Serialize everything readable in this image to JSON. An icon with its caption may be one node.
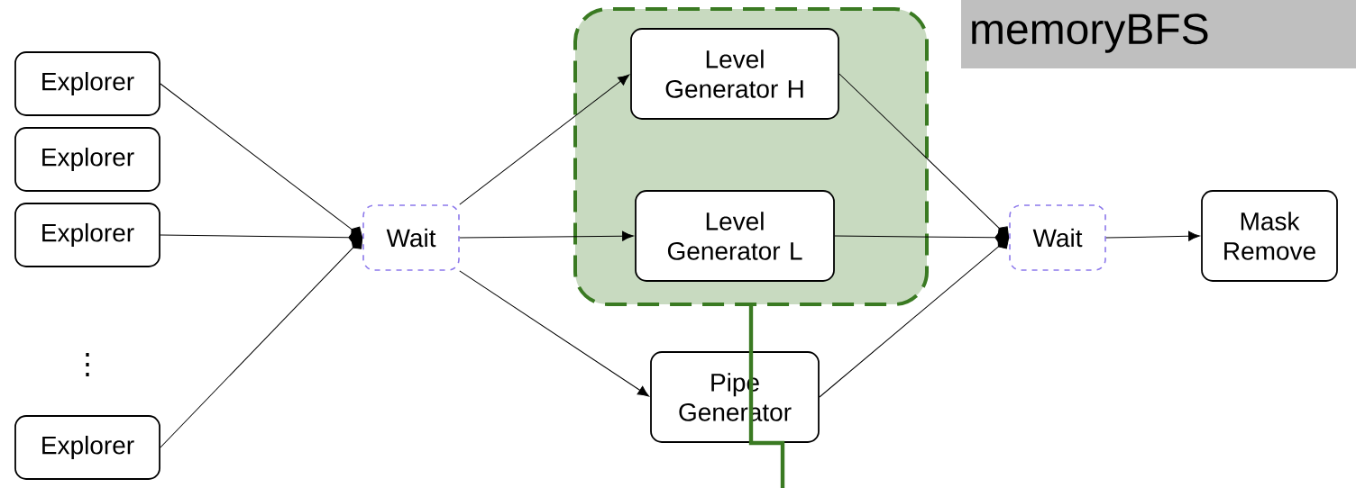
{
  "diagram": {
    "nodes": [
      {
        "text": [
          "Explorer"
        ]
      },
      {
        "text": [
          "Explorer"
        ]
      },
      {
        "text": [
          "Explorer"
        ]
      },
      {
        "text": [
          "Explorer"
        ]
      },
      {
        "text": [
          "Wait"
        ]
      },
      {
        "text": [],
        "shape": "box"
      },
      {
        "text": [
          "Level Generator H"
        ],
        "in": 5
      },
      {
        "text": [
          "Level Generator L"
        ],
        "in": 5
      },
      {
        "text": [
          "Pipe Generator"
        ]
      },
      {
        "text": [
          "Wait"
        ]
      },
      {
        "text": [
          "Mask Remove"
        ]
      },
      {
        "text": [
          "memoryBFS"
        ]
      }
    ],
    "edges": [
      {
        "from": 0,
        "to": 4,
        "arrow": "to"
      },
      {
        "from": 2,
        "to": 4,
        "arrow": "to"
      },
      {
        "from": 3,
        "to": 4,
        "arrow": "to"
      },
      {
        "from": 4,
        "to": 6,
        "arrow": "to"
      },
      {
        "from": 4,
        "to": 7,
        "arrow": "to"
      },
      {
        "from": 4,
        "to": 8,
        "arrow": "to"
      },
      {
        "from": 6,
        "to": 9,
        "arrow": "to"
      },
      {
        "from": 7,
        "to": 9,
        "arrow": "to"
      },
      {
        "from": 8,
        "to": 9,
        "arrow": "to"
      },
      {
        "from": 9,
        "to": 10,
        "arrow": "to"
      },
      {
        "from": 5,
        "to": null,
        "arrow": "none",
        "style": "thick",
        "color": "#3a7a22"
      }
    ],
    "labels": [
      "⋮"
    ]
  }
}
